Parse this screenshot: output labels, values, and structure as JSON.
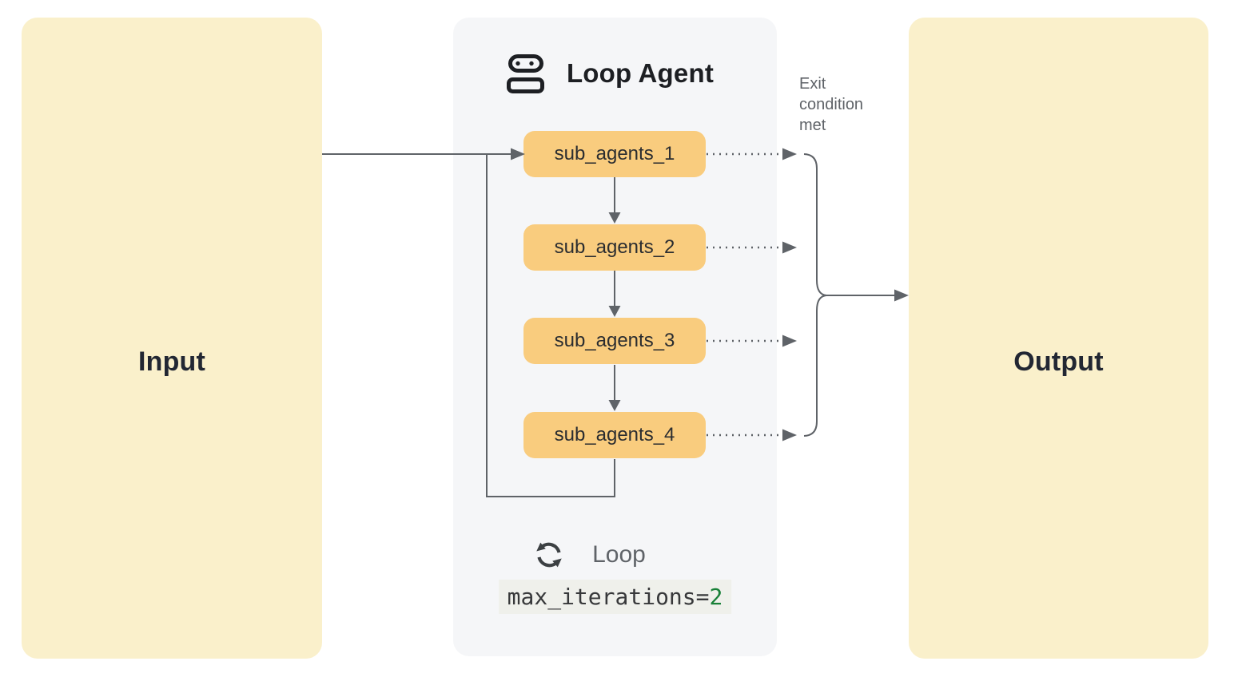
{
  "input_box": {
    "label": "Input"
  },
  "output_box": {
    "label": "Output"
  },
  "loop_agent": {
    "title": "Loop Agent",
    "sub_agents": [
      {
        "label": "sub_agents_1"
      },
      {
        "label": "sub_agents_2"
      },
      {
        "label": "sub_agents_3"
      },
      {
        "label": "sub_agents_4"
      }
    ],
    "loop_footer": {
      "label": "Loop",
      "code_text": "max_iterations=",
      "code_value": "2"
    }
  },
  "annotations": {
    "exit_condition": "Exit condition met"
  },
  "icons": {
    "robot": "robot-icon",
    "loop": "loop-cycle-icon"
  },
  "colors": {
    "io_box_bg": "#FAF0CB",
    "panel_bg": "#F5F6F8",
    "agent_box_bg": "#F9CC7E",
    "connector_gray": "#5F6368",
    "dark_text": "#1D1F23",
    "muted_text": "#5F6368",
    "code_bg": "#EFF0EB",
    "code_value_green": "#188038"
  }
}
